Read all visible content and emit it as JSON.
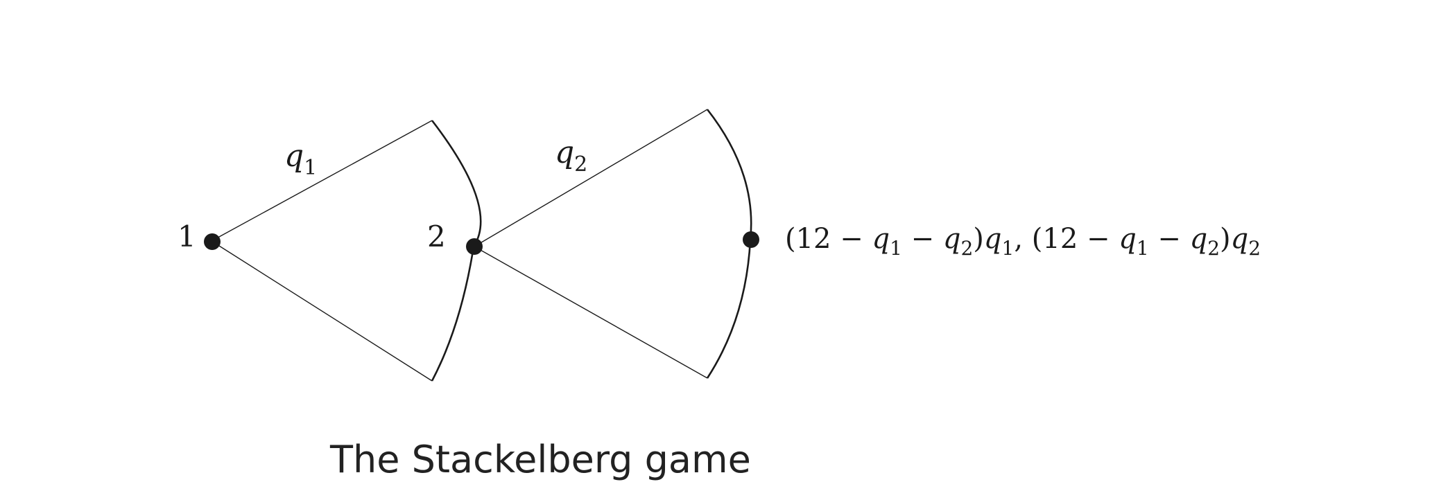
{
  "diagram": {
    "nodes": {
      "player1_label": "1",
      "player2_label": "2"
    },
    "edges": {
      "first_action": {
        "var": "q",
        "sub": "1"
      },
      "second_action": {
        "var": "q",
        "sub": "2"
      }
    },
    "payoff": {
      "open1": "(12 − ",
      "q1a": "q",
      "s1a": "1",
      "minus1": " − ",
      "q2a": "q",
      "s2a": "2",
      "close1": ")",
      "q1b": "q",
      "s1b": "1",
      "sep": ", (12 − ",
      "q1c": "q",
      "s1c": "1",
      "minus2": " − ",
      "q2c": "q",
      "s2c": "2",
      "close2": ")",
      "q2d": "q",
      "s2d": "2"
    },
    "caption": "The Stackelberg game"
  },
  "colors": {
    "ink": "#1a1a1a",
    "caption": "#222222",
    "background": "#ffffff"
  }
}
